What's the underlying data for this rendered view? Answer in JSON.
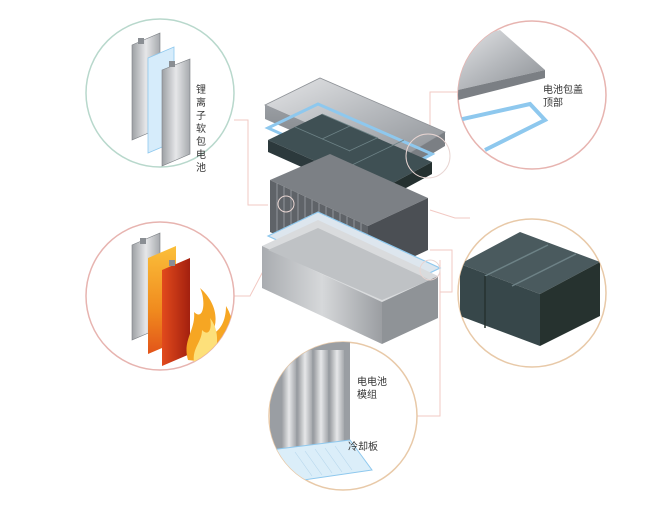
{
  "callouts": {
    "pouch_cell": {
      "label": "锂离子软包电池"
    },
    "pack_top_cover": {
      "label_line1": "电池包盖",
      "label_line2": "顶部"
    },
    "battery_module": {
      "label_line1": "电电池",
      "label_line2": "模组"
    },
    "cooling_plate": {
      "label": "冷却板"
    }
  },
  "colors": {
    "cover_metal": "#b9bcc0",
    "module_block": "#37474a",
    "gasket": "#8ec8ee",
    "tray": "#c7c9cb",
    "flame_orange": "#f08a1e",
    "flame_red": "#c92a14",
    "circle_border_green": "#b8d8cc",
    "circle_border_pink": "#e7b4b0",
    "circle_border_tan": "#e8c9a8",
    "leader_line": "#f2c9c3"
  }
}
